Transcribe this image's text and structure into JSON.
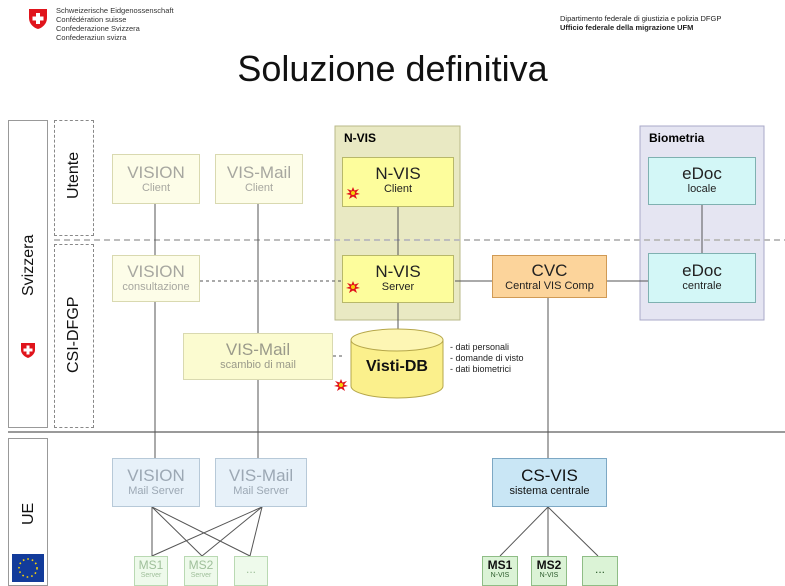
{
  "header": {
    "org_lines": [
      "Schweizerische Eidgenossenschaft",
      "Confédération suisse",
      "Confederazione Svizzera",
      "Confederaziun svizra"
    ],
    "dept_line1": "Dipartimento federale di giustizia e polizia DFGP",
    "dept_line2": "Ufficio federale della migrazione UFM"
  },
  "title": "Soluzione definitiva",
  "row_labels": {
    "country": "Svizzera",
    "utente": "Utente",
    "csi": "CSI-DFGP",
    "ue": "UE"
  },
  "groups": {
    "nvis": "N-VIS",
    "biometria": "Biometria"
  },
  "boxes": {
    "vision_client": {
      "title": "VISION",
      "sub": "Client"
    },
    "vismail_client": {
      "title": "VIS-Mail",
      "sub": "Client"
    },
    "nvis_client": {
      "title": "N-VIS",
      "sub": "Client"
    },
    "edoc_locale": {
      "title": "eDoc",
      "sub": "locale"
    },
    "vision_consult": {
      "title": "VISION",
      "sub": "consultazione"
    },
    "nvis_server": {
      "title": "N-VIS",
      "sub": "Server"
    },
    "cvc": {
      "title": "CVC",
      "sub": "Central VIS Comp"
    },
    "edoc_centrale": {
      "title": "eDoc",
      "sub": "centrale"
    },
    "vismail_scambio": {
      "title": "VIS-Mail",
      "sub": "scambio di mail"
    },
    "visti_db": {
      "title": "Visti-DB"
    },
    "vision_mail": {
      "title": "VISION",
      "sub": "Mail Server"
    },
    "vismail_mail": {
      "title": "VIS-Mail",
      "sub": "Mail Server"
    },
    "cs_vis": {
      "title": "CS-VIS",
      "sub": "sistema centrale"
    },
    "ms1_left": {
      "title": "MS1",
      "sub": "Server"
    },
    "ms2_left": {
      "title": "MS2",
      "sub": "Server"
    },
    "dots_left": {
      "title": "..."
    },
    "ms1_right": {
      "title": "MS1",
      "sub": "N-VIS"
    },
    "ms2_right": {
      "title": "MS2",
      "sub": "N-VIS"
    },
    "dots_right": {
      "title": "..."
    }
  },
  "db_notes": [
    "- dati personali",
    "- domande di visto",
    "- dati biometrici"
  ],
  "colors": {
    "swiss_red": "#e0141c",
    "eu_blue": "#123b9a",
    "eu_star": "#f5d20a"
  }
}
